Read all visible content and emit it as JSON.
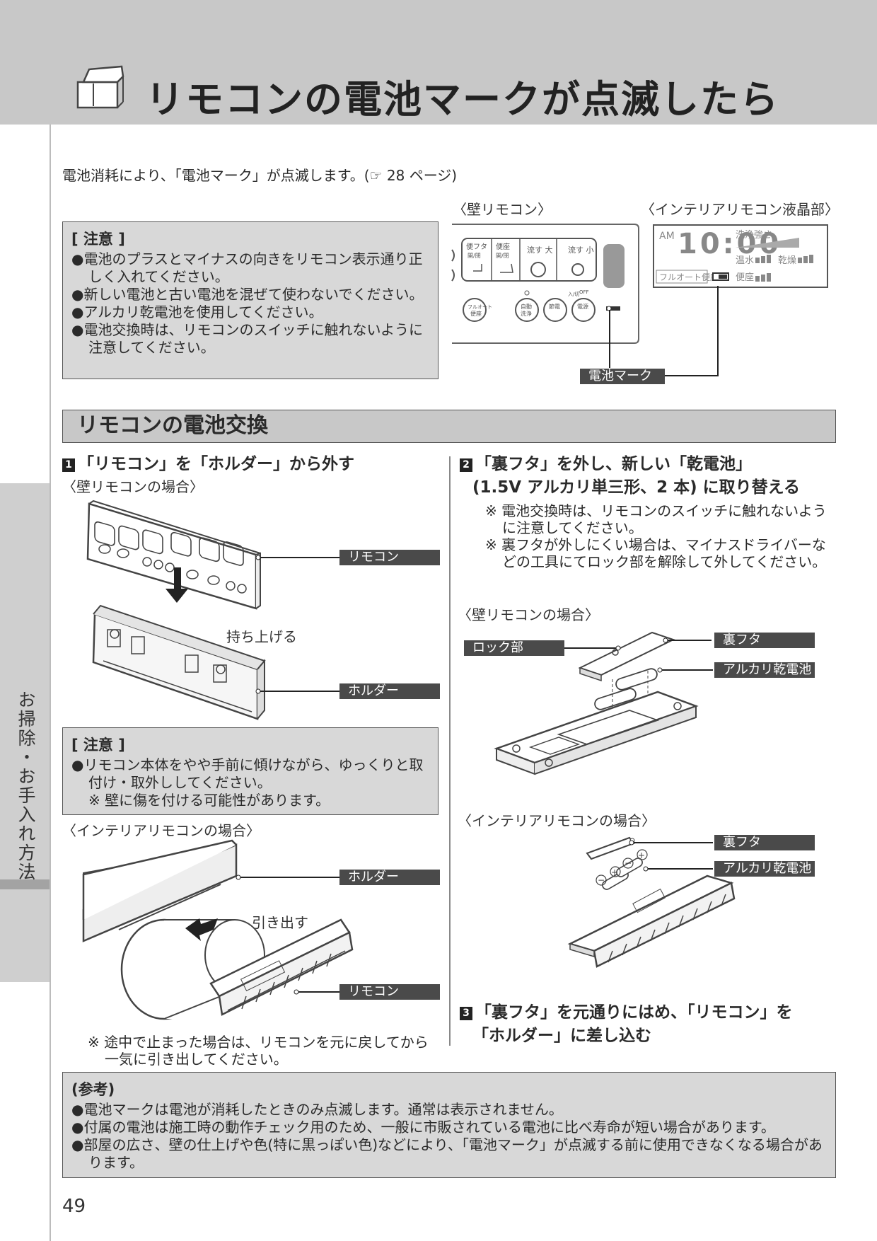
{
  "header": {
    "title": "リモコンの電池マークが点滅したら"
  },
  "sidebar": {
    "label": "お掃除・お手入れ方法"
  },
  "intro": "電池消耗により、「電池マーク」が点滅します。(☞ 28 ページ)",
  "caution_top": {
    "heading": "[ 注意 ]",
    "items": [
      "●電池のプラスとマイナスの向きをリモコン表示通り正しく入れてください。",
      "●新しい電池と古い電池を混ぜて使わないでください。",
      "●アルカリ乾電池を使用してください。",
      "●電池交換時は、リモコンのスイッチに触れないように注意してください。"
    ]
  },
  "figure_top": {
    "wall_label": "〈壁リモコン〉",
    "interior_label": "〈インテリアリモコン液晶部〉",
    "battery_tag": "電池マーク",
    "wall_buttons": {
      "lid": "便フタ\n開/閉",
      "seat": "便座\n開/閉",
      "flush_large": "流す 大",
      "flush_small": "流す 小",
      "auto": "フルオート\n便座",
      "auto_wash": "自動\n洗浄",
      "eco": "節電",
      "power": "電源",
      "on_off_label": "入/切",
      "off_label": "OFF"
    },
    "lcd": {
      "am": "AM",
      "time": "10:00",
      "wash_strength": "洗浄強さ",
      "warm_water": "温水",
      "dry": "乾燥",
      "seat": "便座",
      "full_auto": "フルオート便座"
    }
  },
  "section": {
    "title": "リモコンの電池交換"
  },
  "step1": {
    "num": "1",
    "title": "「リモコン」を「ホルダー」から外す",
    "wall_case": "〈壁リモコンの場合〉",
    "tag_remote": "リモコン",
    "tag_holder": "ホルダー",
    "lift_label": "持ち上げる",
    "caution": {
      "heading": "[ 注意 ]",
      "item": "●リモコン本体をやや手前に傾けながら、ゆっくりと取付け・取外ししてください。",
      "note": "※ 壁に傷を付ける可能性があります。"
    },
    "interior_case": "〈インテリアリモコンの場合〉",
    "tag_holder2": "ホルダー",
    "tag_remote2": "リモコン",
    "pull_label": "引き出す",
    "footnote": "※ 途中で止まった場合は、リモコンを元に戻してから一気に引き出してください。"
  },
  "step2": {
    "num": "2",
    "title_line1": "「裏フタ」を外し、新しい「乾電池」",
    "title_line2": "(1.5V アルカリ単三形、2 本) に取り替える",
    "notes": [
      "※ 電池交換時は、リモコンのスイッチに触れないように注意してください。",
      "※ 裏フタが外しにくい場合は、マイナスドライバーなどの工具にてロック部を解除して外してください。"
    ],
    "wall_case": "〈壁リモコンの場合〉",
    "tag_lock": "ロック部",
    "tag_back_cover": "裏フタ",
    "tag_battery": "アルカリ乾電池",
    "interior_case": "〈インテリアリモコンの場合〉",
    "tag_back_cover2": "裏フタ",
    "tag_battery2": "アルカリ乾電池"
  },
  "step3": {
    "num": "3",
    "title_line1": "「裏フタ」を元通りにはめ、「リモコン」を",
    "title_line2": "「ホルダー」に差し込む"
  },
  "reference": {
    "heading": "(参考)",
    "items": [
      "●電池マークは電池が消耗したときのみ点滅します。通常は表示されません。",
      "●付属の電池は施工時の動作チェック用のため、一般に市販されている電池に比べ寿命が短い場合があります。",
      "●部屋の広さ、壁の仕上げや色(特に黒っぽい色)などにより、「電池マーク」が点滅する前に使用できなくなる場合があります。"
    ]
  },
  "page_number": "49"
}
